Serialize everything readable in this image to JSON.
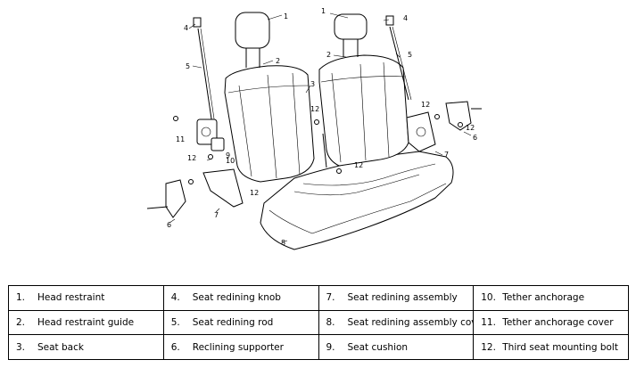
{
  "callouts": {
    "c1a": "1",
    "c1b": "1",
    "c2a": "2",
    "c2b": "2",
    "c3": "3",
    "c4a": "4",
    "c4b": "4",
    "c5a": "5",
    "c5b": "5",
    "c6a": "6",
    "c6b": "6",
    "c7a": "7",
    "c7b": "7",
    "c8": "8",
    "c9": "9",
    "c10": "10",
    "c11": "11",
    "c12a": "12",
    "c12b": "12",
    "c12c": "12",
    "c12d": "12",
    "c12e": "12",
    "c12f": "12"
  },
  "legend": [
    [
      {
        "num": "1.",
        "label": "Head restraint"
      },
      {
        "num": "4.",
        "label": "Seat redining knob"
      },
      {
        "num": "7.",
        "label": "Seat redining assembly"
      },
      {
        "num": "10.",
        "label": "Tether anchorage"
      }
    ],
    [
      {
        "num": "2.",
        "label": "Head restraint guide"
      },
      {
        "num": "5.",
        "label": "Seat redining rod"
      },
      {
        "num": "8.",
        "label": "Seat redining assembly cover"
      },
      {
        "num": "11.",
        "label": "Tether anchorage cover"
      }
    ],
    [
      {
        "num": "3.",
        "label": "Seat back"
      },
      {
        "num": "6.",
        "label": "Reclining supporter"
      },
      {
        "num": "9.",
        "label": "Seat cushion"
      },
      {
        "num": "12.",
        "label": "Third seat mounting bolt"
      }
    ]
  ]
}
